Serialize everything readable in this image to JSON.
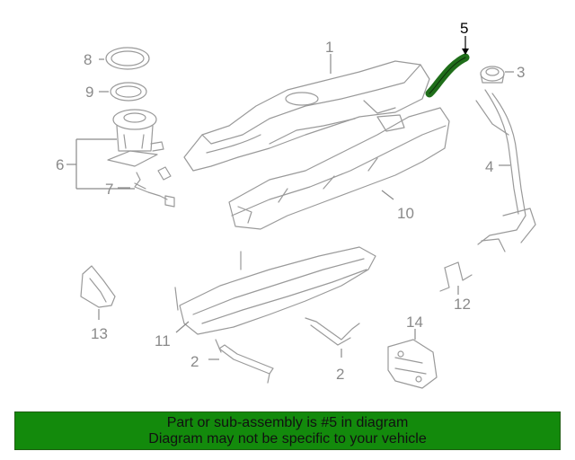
{
  "colors": {
    "banner_bg": "#138a0c",
    "highlight_part": "#1f6e1a",
    "part_stroke": "#9a9a9a",
    "callout_text": "#8a8a8a"
  },
  "callouts": {
    "c1": "1",
    "c2a": "2",
    "c2b": "2",
    "c3": "3",
    "c4": "4",
    "c5": "5",
    "c6": "6",
    "c7": "7",
    "c8": "8",
    "c9": "9",
    "c10": "10",
    "c11": "11",
    "c12": "12",
    "c13": "13",
    "c14": "14"
  },
  "highlighted_part": "5",
  "banner": {
    "line1": "Part or sub-assembly is #5 in diagram",
    "line2": "Diagram may not be specific to your vehicle"
  }
}
